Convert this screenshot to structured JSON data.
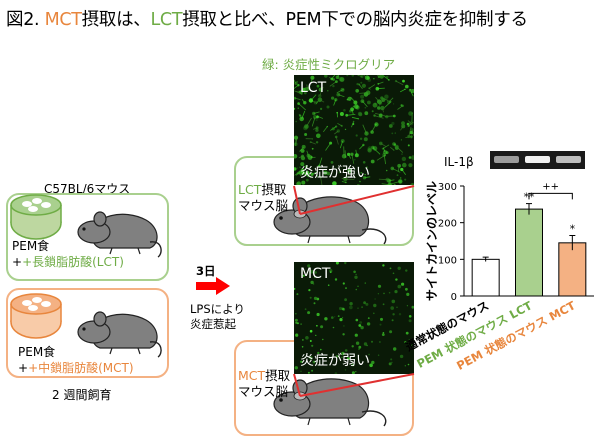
{
  "title": {
    "prefix": "図2. ",
    "mct": "MCT",
    "part1": "摂取は、",
    "lct": "LCT",
    "part2": "摂取と比べ、PEM下での脳内炎症を抑制する"
  },
  "left": {
    "strain": "C57BL/6マウス",
    "group_lct": {
      "diet": "PEM食",
      "oil": "+長鎖脂肪酸(LCT)"
    },
    "group_mct": {
      "diet": "PEM食",
      "oil": "+中鎖脂肪酸(MCT)"
    },
    "feeding": "2 週間飼育"
  },
  "arrow": {
    "days": "3日",
    "lps_line1": "LPSにより",
    "lps_line2": "炎症惹起"
  },
  "stain_label": "緑: 炎症性ミクログリア",
  "panel_lct": {
    "tag": "LCT",
    "note": "炎症が強い",
    "intake_oil": "LCT",
    "intake_suffix": "摂取",
    "intake_line2": "マウス脳"
  },
  "panel_mct": {
    "tag": "MCT",
    "note": "炎症が弱い",
    "intake_oil": "MCT",
    "intake_suffix": "摂取",
    "intake_line2": "マウス脳"
  },
  "colors": {
    "lct_green": "#6fac46",
    "mct_orange": "#e8863d",
    "lct_box": "#a9d08e",
    "mct_box": "#f4b183",
    "arrow_red": "#ff0000",
    "connector_red": "#e03030"
  },
  "chart_data": {
    "type": "bar",
    "gel_label": "IL-1β",
    "ylabel": "サイトカインのレベル",
    "ylim": [
      0,
      300
    ],
    "yticks": [
      0,
      100,
      200,
      300
    ],
    "categories": [
      "通常状態のマウス",
      "PEM 状態のマウス LCT",
      "PEM 状態のマウス MCT"
    ],
    "values": [
      100,
      237,
      145
    ],
    "errors": [
      6,
      15,
      20
    ],
    "bar_colors": [
      "#ffffff",
      "#a9d08e",
      "#f4b183"
    ],
    "label_colors": [
      "#000000",
      "#6fac46",
      "#e8863d"
    ],
    "markers": [
      "",
      "**",
      "*"
    ],
    "bracket_label": "++"
  }
}
